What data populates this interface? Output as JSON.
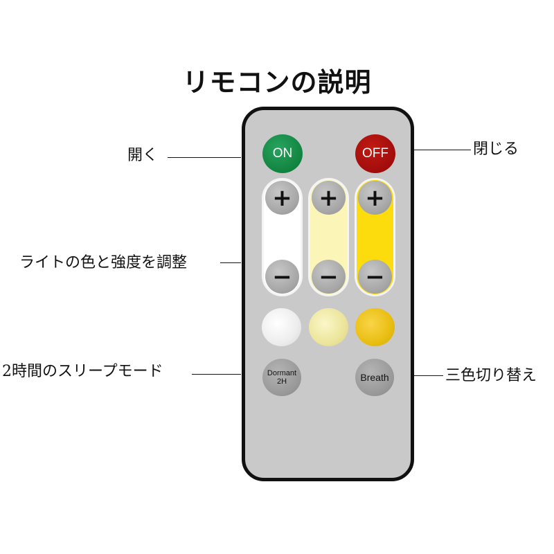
{
  "title": "リモコンの説明",
  "buttons": {
    "on": "ON",
    "off": "OFF",
    "plus": "+",
    "minus": "−",
    "dormant_line1": "Dormant",
    "dormant_line2": "2H",
    "breath": "Breath"
  },
  "annotations": {
    "open": "開く",
    "close": "閉じる",
    "light_adjust": "ライトの色と強度を調整",
    "sleep_mode": "2時間のスリープモード",
    "color_switch": "三色切り替え"
  },
  "colors": {
    "on_button": "#11843f",
    "off_button": "#a10d0c",
    "bar_white": "#ffffff",
    "bar_warm": "#fbf6b8",
    "bar_yellow": "#fddc0e",
    "remote_body": "#c9c9c9"
  }
}
